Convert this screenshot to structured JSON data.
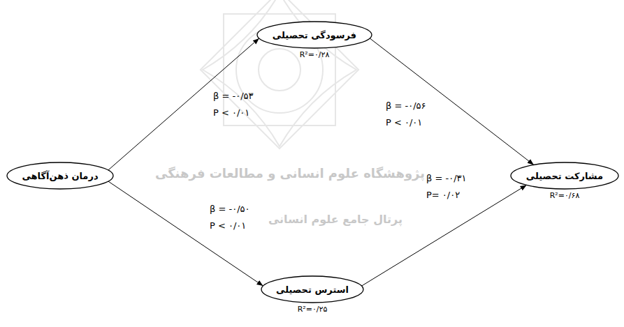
{
  "diagram": {
    "nodes": [
      {
        "text": [
          "درمان ذهن‌آگاهی"
        ]
      },
      {
        "text": [
          "فرسودگی تحصیلی",
          "R²=۰/۲۸"
        ]
      },
      {
        "text": [
          "استرس تحصیلی",
          "R²=۰/۲۵"
        ]
      },
      {
        "text": [
          "مشارکت تحصیلی",
          "R²=۰/۶۸"
        ]
      }
    ],
    "edges": [
      {
        "from": 0,
        "to": 1,
        "arrow": "to",
        "label": "β = -۰/۵۳ P < ۰/۰۱"
      },
      {
        "from": 1,
        "to": 3,
        "arrow": "to",
        "label": "β = -۰/۵۶ P < ۰/۰۱"
      },
      {
        "from": 0,
        "to": 2,
        "arrow": "to",
        "label": "β = -۰/۵۰ P < ۰/۰۱"
      },
      {
        "from": 2,
        "to": 3,
        "arrow": "to",
        "label": "β = -۰/۳۱ P= ۰/۰۲"
      }
    ],
    "labels": [
      "پژوهشگاه علوم انسانی و مطالعات فرهنگی",
      "پرتال جامع علوم انسانی"
    ]
  }
}
